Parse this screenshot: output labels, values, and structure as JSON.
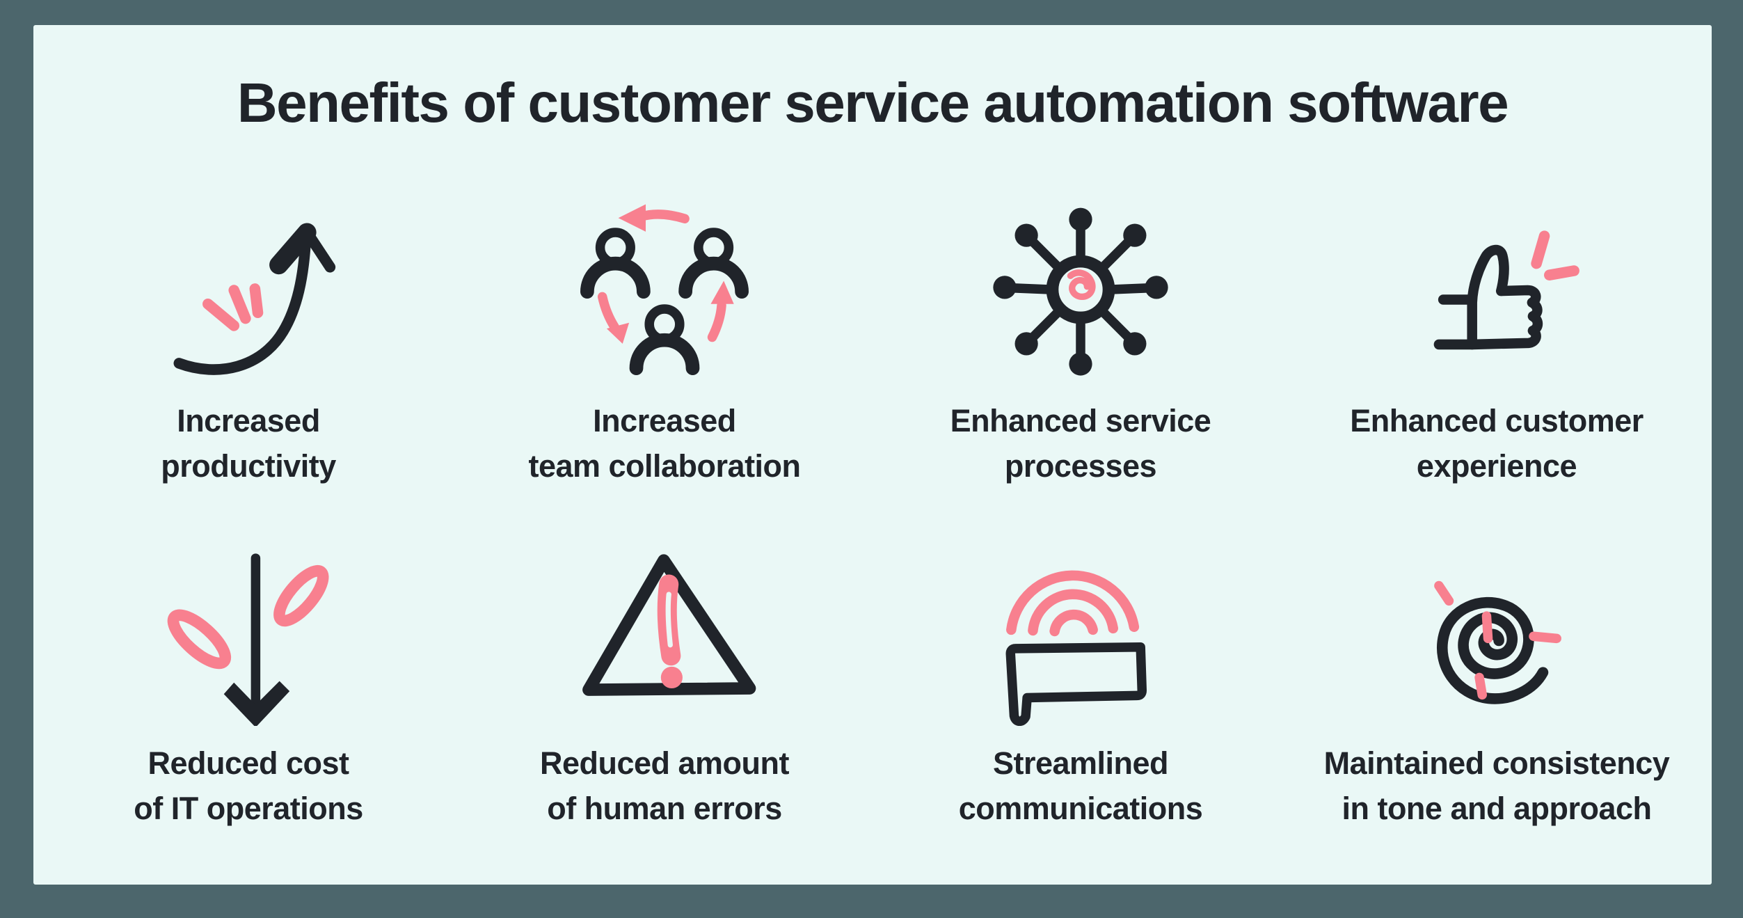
{
  "title": "Benefits of customer service automation software",
  "colors": {
    "background": "#4c666c",
    "card": "#eaf8f6",
    "ink": "#20242a",
    "accent": "#f8808f"
  },
  "benefits": [
    {
      "icon": "growth-arrow-icon",
      "label": "Increased\nproductivity"
    },
    {
      "icon": "team-collaboration-icon",
      "label": "Increased\nteam collaboration"
    },
    {
      "icon": "network-hub-icon",
      "label": "Enhanced service\nprocesses"
    },
    {
      "icon": "thumbs-up-icon",
      "label": "Enhanced customer\nexperience"
    },
    {
      "icon": "down-arrow-leaves-icon",
      "label": "Reduced cost\nof IT operations"
    },
    {
      "icon": "warning-triangle-icon",
      "label": "Reduced amount\nof human errors"
    },
    {
      "icon": "chat-signal-icon",
      "label": "Streamlined\ncommunications"
    },
    {
      "icon": "spiral-icon",
      "label": "Maintained consistency\nin tone and approach"
    }
  ]
}
